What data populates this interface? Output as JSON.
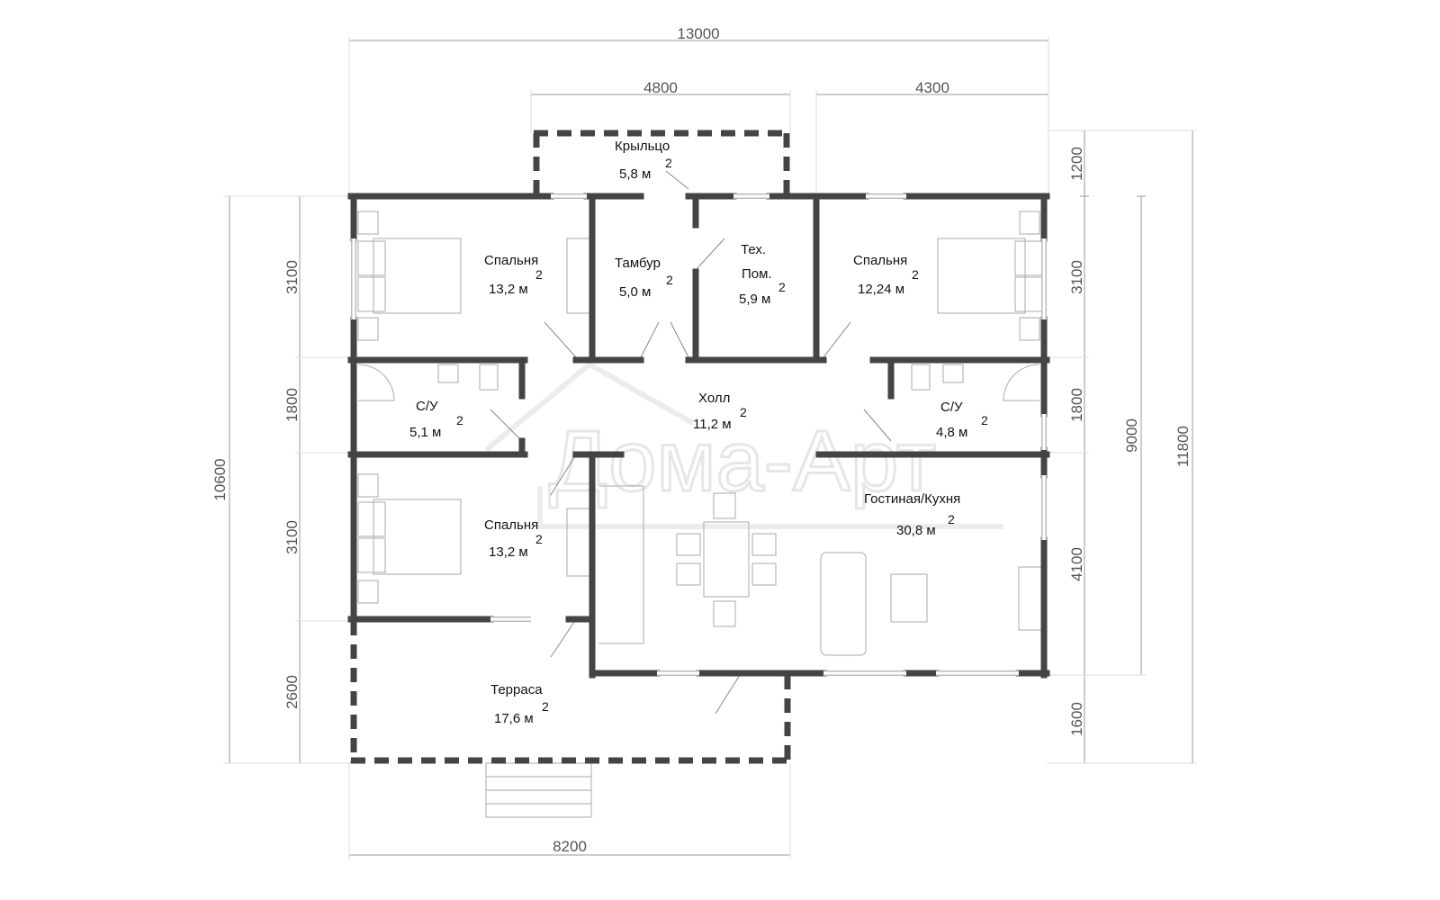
{
  "watermark": "Дома-Арт",
  "colors": {
    "wall": "#444444",
    "dimension": "#999999",
    "furniture": "#aaaaaa"
  },
  "rooms": [
    {
      "name": "Крыльцо",
      "area": "5,8  м",
      "sup": "2"
    },
    {
      "name": "Спальня",
      "area": "13,2 м",
      "sup": "2"
    },
    {
      "name": "Тамбур",
      "area": "5,0  м",
      "sup": "2"
    },
    {
      "name": "Тех.",
      "name2": "Пом.",
      "area": "5,9 м",
      "sup": "2"
    },
    {
      "name": "Спальня",
      "area": "12,24 м",
      "sup": "2"
    },
    {
      "name": "С/У",
      "area": "5,1 м",
      "sup": "2"
    },
    {
      "name": "Холл",
      "area": "11,2  м",
      "sup": "2"
    },
    {
      "name": "С/У",
      "area": "4,8 м",
      "sup": "2"
    },
    {
      "name": "Спальня",
      "area": "13,2 м",
      "sup": "2"
    },
    {
      "name": "Гостиная/Кухня",
      "area": "30,8 м",
      "sup": "2"
    },
    {
      "name": "Терраса",
      "area": "17,6 м",
      "sup": "2"
    }
  ],
  "dimensions": {
    "top_total": "13000",
    "top_porch": "4800",
    "top_right": "4300",
    "bottom_terrace": "8200",
    "left_total": "10600",
    "left_1": "3100",
    "left_2": "1800",
    "left_3": "3100",
    "left_4": "2600",
    "right_1": "1200",
    "right_2": "3100",
    "right_3": "1800",
    "right_4": "4100",
    "right_5": "1600",
    "right_house": "9000",
    "right_total": "11800"
  }
}
